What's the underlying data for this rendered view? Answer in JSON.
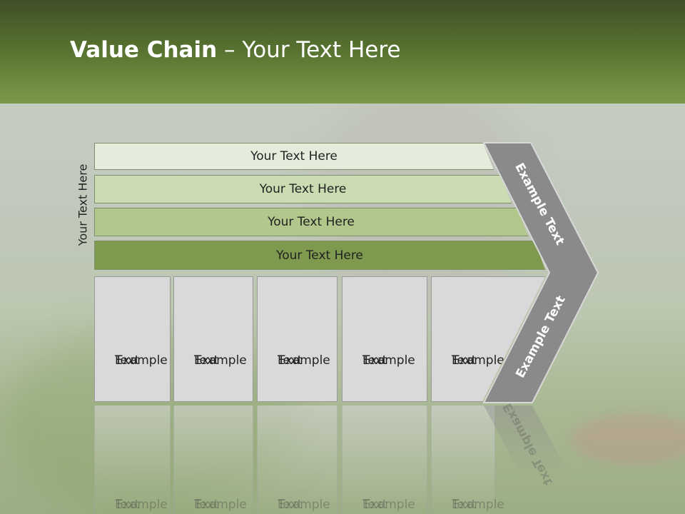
{
  "title": {
    "bold": "Value Chain",
    "rest": " – Your Text Here"
  },
  "side_label": "Your Text Here",
  "rows": [
    {
      "label": "Your Text Here"
    },
    {
      "label": "Your Text Here"
    },
    {
      "label": "Your Text Here"
    },
    {
      "label": "Your Text Here"
    }
  ],
  "columns": [
    {
      "line1": "Example",
      "line2": "Text"
    },
    {
      "line1": "Example",
      "line2": "Text"
    },
    {
      "line1": "Example",
      "line2": "Text"
    },
    {
      "line1": "Example",
      "line2": "Text"
    },
    {
      "line1": "Example",
      "line2": "Text"
    }
  ],
  "chevron": {
    "upper": "Example Text",
    "lower": "Example Text"
  },
  "colors": {
    "row1": "#e6ecdc",
    "row2": "#cbdcb2",
    "row3": "#b1c78c",
    "row4": "#7e9a4e",
    "header": "#55702f",
    "chevron": "#8a8a8a",
    "column": "#d9d9d9"
  }
}
